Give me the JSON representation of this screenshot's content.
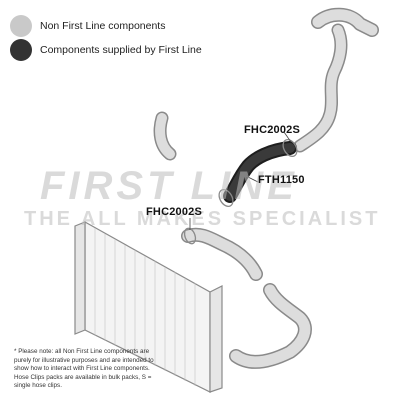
{
  "legend": {
    "items": [
      {
        "label": "Non First Line components",
        "color": "#c9c9c9"
      },
      {
        "label": "Components supplied by First Line",
        "color": "#333333"
      }
    ]
  },
  "parts": {
    "hose_upper": "FTH1150",
    "clip_upper": "FHC2002S",
    "clip_lower": "FHC2002S"
  },
  "watermark": {
    "brand": "FIRST LINE",
    "tagline": "THE ALL MAKES SPECIALIST"
  },
  "footnote": "* Please note: all Non First Line components are purely for illustrative purposes and are intended to show how to interact with First Line components. Hose Clips packs are available in bulk packs, S = single hose clips.",
  "colors": {
    "non_first_line": "#c9c9c9",
    "first_line": "#333333",
    "outline": "#8a8a8a"
  }
}
